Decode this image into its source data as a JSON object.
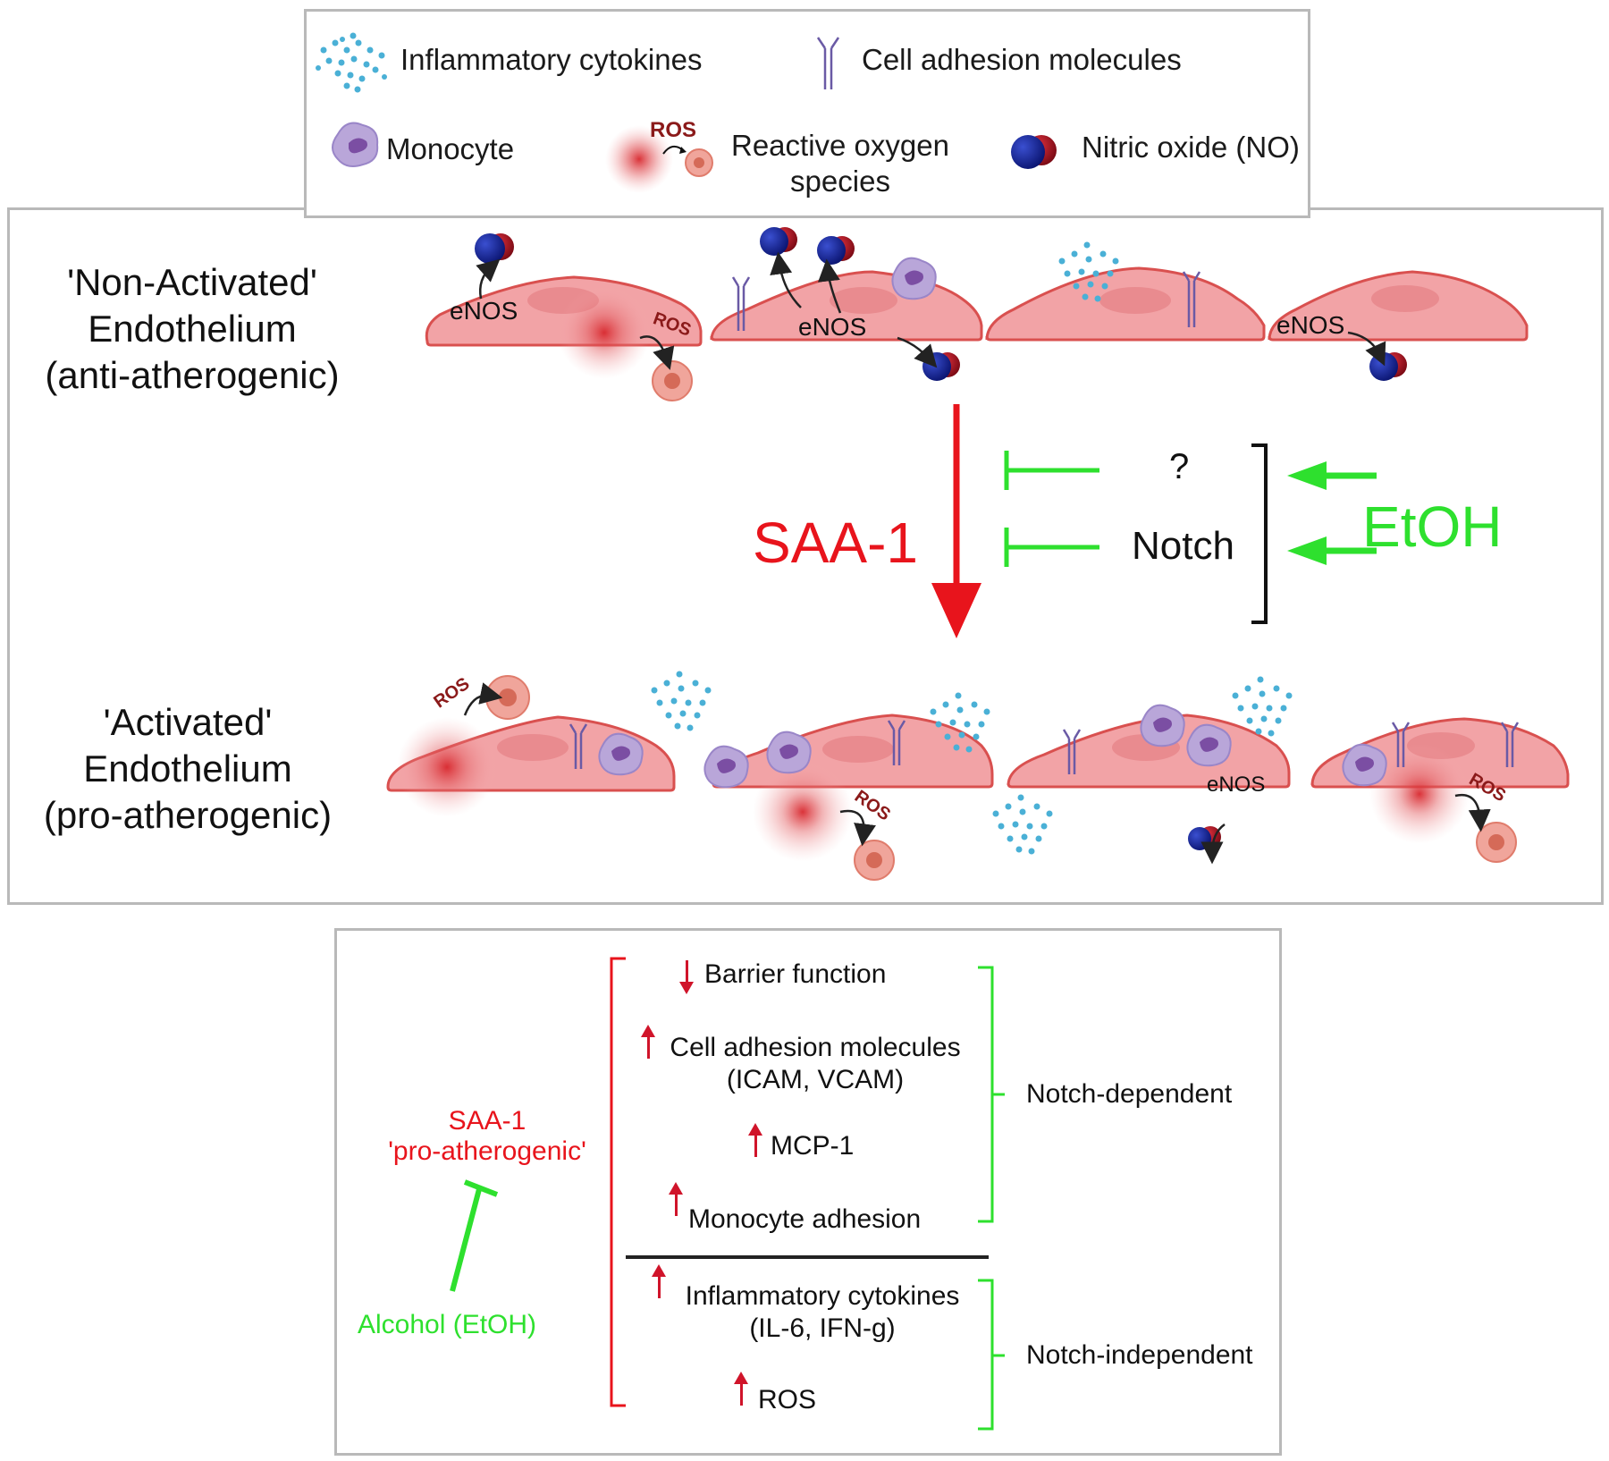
{
  "legend": {
    "cytokines": "Inflammatory cytokines",
    "adhesion": "Cell adhesion molecules",
    "monocyte": "Monocyte",
    "ros_tag": "ROS",
    "ros_line1": "Reactive oxygen",
    "ros_line2": "species",
    "no": "Nitric oxide (NO)"
  },
  "states": {
    "non_activated": [
      "'Non-Activated'",
      "Endothelium",
      "(anti-atherogenic)"
    ],
    "activated": [
      "'Activated'",
      "Endothelium",
      "(pro-atherogenic)"
    ]
  },
  "cells": {
    "enos": "eNOS",
    "ros": "ROS"
  },
  "center": {
    "saa1": "SAA-1",
    "question": "?",
    "notch": "Notch",
    "etoh": "EtOH"
  },
  "summary": {
    "saa1": "SAA-1",
    "saa1_sub": "'pro-atherogenic'",
    "alcohol": "Alcohol (EtOH)",
    "barrier": "Barrier function",
    "cam1": "Cell adhesion molecules",
    "cam2": "(ICAM, VCAM)",
    "mcp": "MCP-1",
    "mono_adh": "Monocyte adhesion",
    "infl1": "Inflammatory cytokines",
    "infl2": "(IL-6, IFN-g)",
    "ros": "ROS",
    "notch_dep": "Notch-dependent",
    "notch_indep": "Notch-independent"
  },
  "colors": {
    "red": "#e8141c",
    "green": "#2ee02e",
    "cell_fill": "#f2a3a6",
    "cell_stroke": "#d9504f",
    "panel_border": "#b9b9b9"
  }
}
